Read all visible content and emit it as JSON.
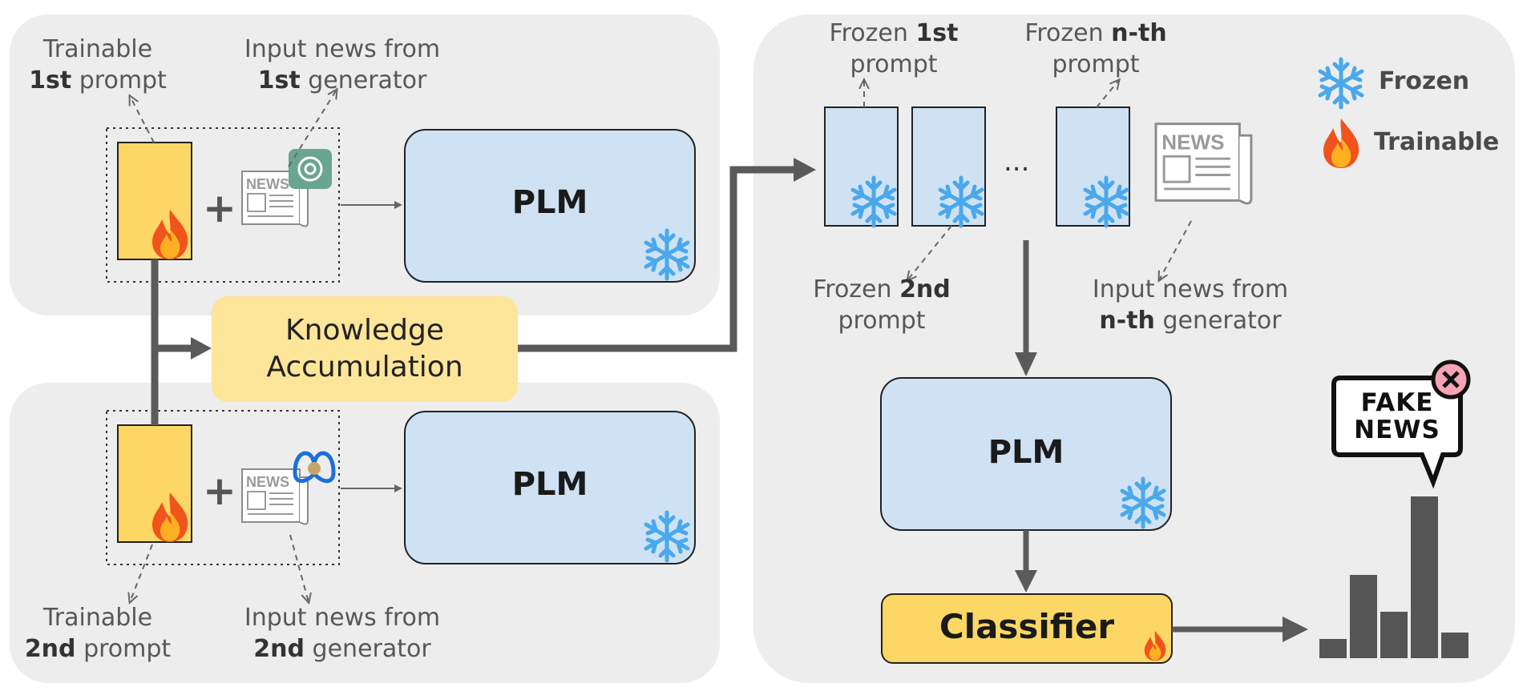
{
  "left_top": {
    "prompt_label": {
      "pre": "Trainable",
      "bold": "1st",
      "post": " prompt"
    },
    "news_label": {
      "pre": "Input news from",
      "bold": "1st",
      "post": " generator"
    },
    "model": "PLM"
  },
  "left_bottom": {
    "prompt_label": {
      "pre": "Trainable",
      "bold": "2nd",
      "post": " prompt"
    },
    "news_label": {
      "pre": "Input news from",
      "bold": "2nd",
      "post": " generator"
    },
    "model": "PLM"
  },
  "knowledge": {
    "line1": "Knowledge",
    "line2": "Accumulation"
  },
  "right": {
    "frozen_first": {
      "pre": "Frozen ",
      "bold": "1st",
      "post": "prompt"
    },
    "frozen_nth": {
      "pre": "Frozen ",
      "bold": "n-th",
      "post": "prompt"
    },
    "frozen_second": {
      "pre": "Frozen ",
      "bold": "2nd",
      "post": "prompt"
    },
    "news_nth": {
      "pre": "Input news from",
      "bold": "n-th",
      "post": " generator"
    },
    "ellipsis": "...",
    "model": "PLM",
    "classifier": "Classifier",
    "fake_news": {
      "line1": "FAKE",
      "line2": "NEWS"
    }
  },
  "legend": {
    "frozen": "Frozen",
    "trainable": "Trainable"
  },
  "icons": [
    "snowflake-icon",
    "flame-icon",
    "newspaper-icon",
    "chatgpt-logo",
    "llama-logo",
    "close-icon",
    "bar-chart-icon"
  ],
  "colors": {
    "panel": "#ededed",
    "prompt_fill": "#fcd765",
    "plm_fill": "#cfe2f3",
    "ka_fill": "#fde59a",
    "arrow": "#5a5a5a",
    "snow": "#4aa8ec"
  }
}
